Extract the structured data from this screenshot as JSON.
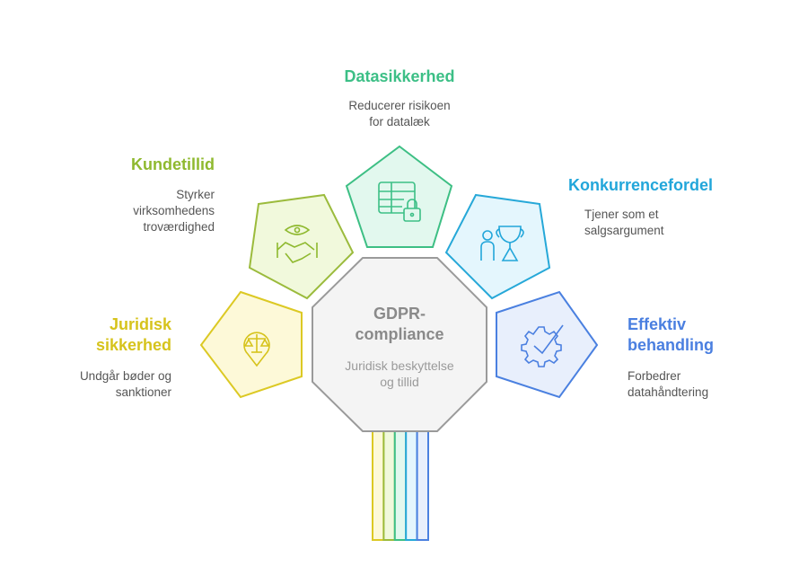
{
  "center": {
    "title": "GDPR-compliance",
    "title_line1": "GDPR-",
    "title_line2": "compliance",
    "desc_line1": "Juridisk beskyttelse",
    "desc_line2": "og tillid",
    "color": "#9a9a9a"
  },
  "items": [
    {
      "title": "Juridisk",
      "title2": "sikkerhed",
      "desc1": "Undgår bøder og",
      "desc2": "sanktioner",
      "color": "#d6c31c",
      "icon": "scales-icon"
    },
    {
      "title": "Kundetillid",
      "desc1": "Styrker",
      "desc2": "virksomhedens",
      "desc3": "troværdighed",
      "color": "#8fb92f",
      "icon": "handshake-eye-icon"
    },
    {
      "title": "Datasikkerhed",
      "desc1": "Reducerer risikoen",
      "desc2": "for datalæk",
      "color": "#3cbf86",
      "icon": "table-lock-icon"
    },
    {
      "title": "Konkurrencefordel",
      "desc1": "Tjener som et",
      "desc2": "salgsargument",
      "color": "#22a6da",
      "icon": "person-trophy-icon"
    },
    {
      "title": "Effektiv",
      "title2": "behandling",
      "desc1": "Forbedrer",
      "desc2": "datahåndtering",
      "color": "#4a7fe0",
      "icon": "gear-check-icon"
    }
  ]
}
